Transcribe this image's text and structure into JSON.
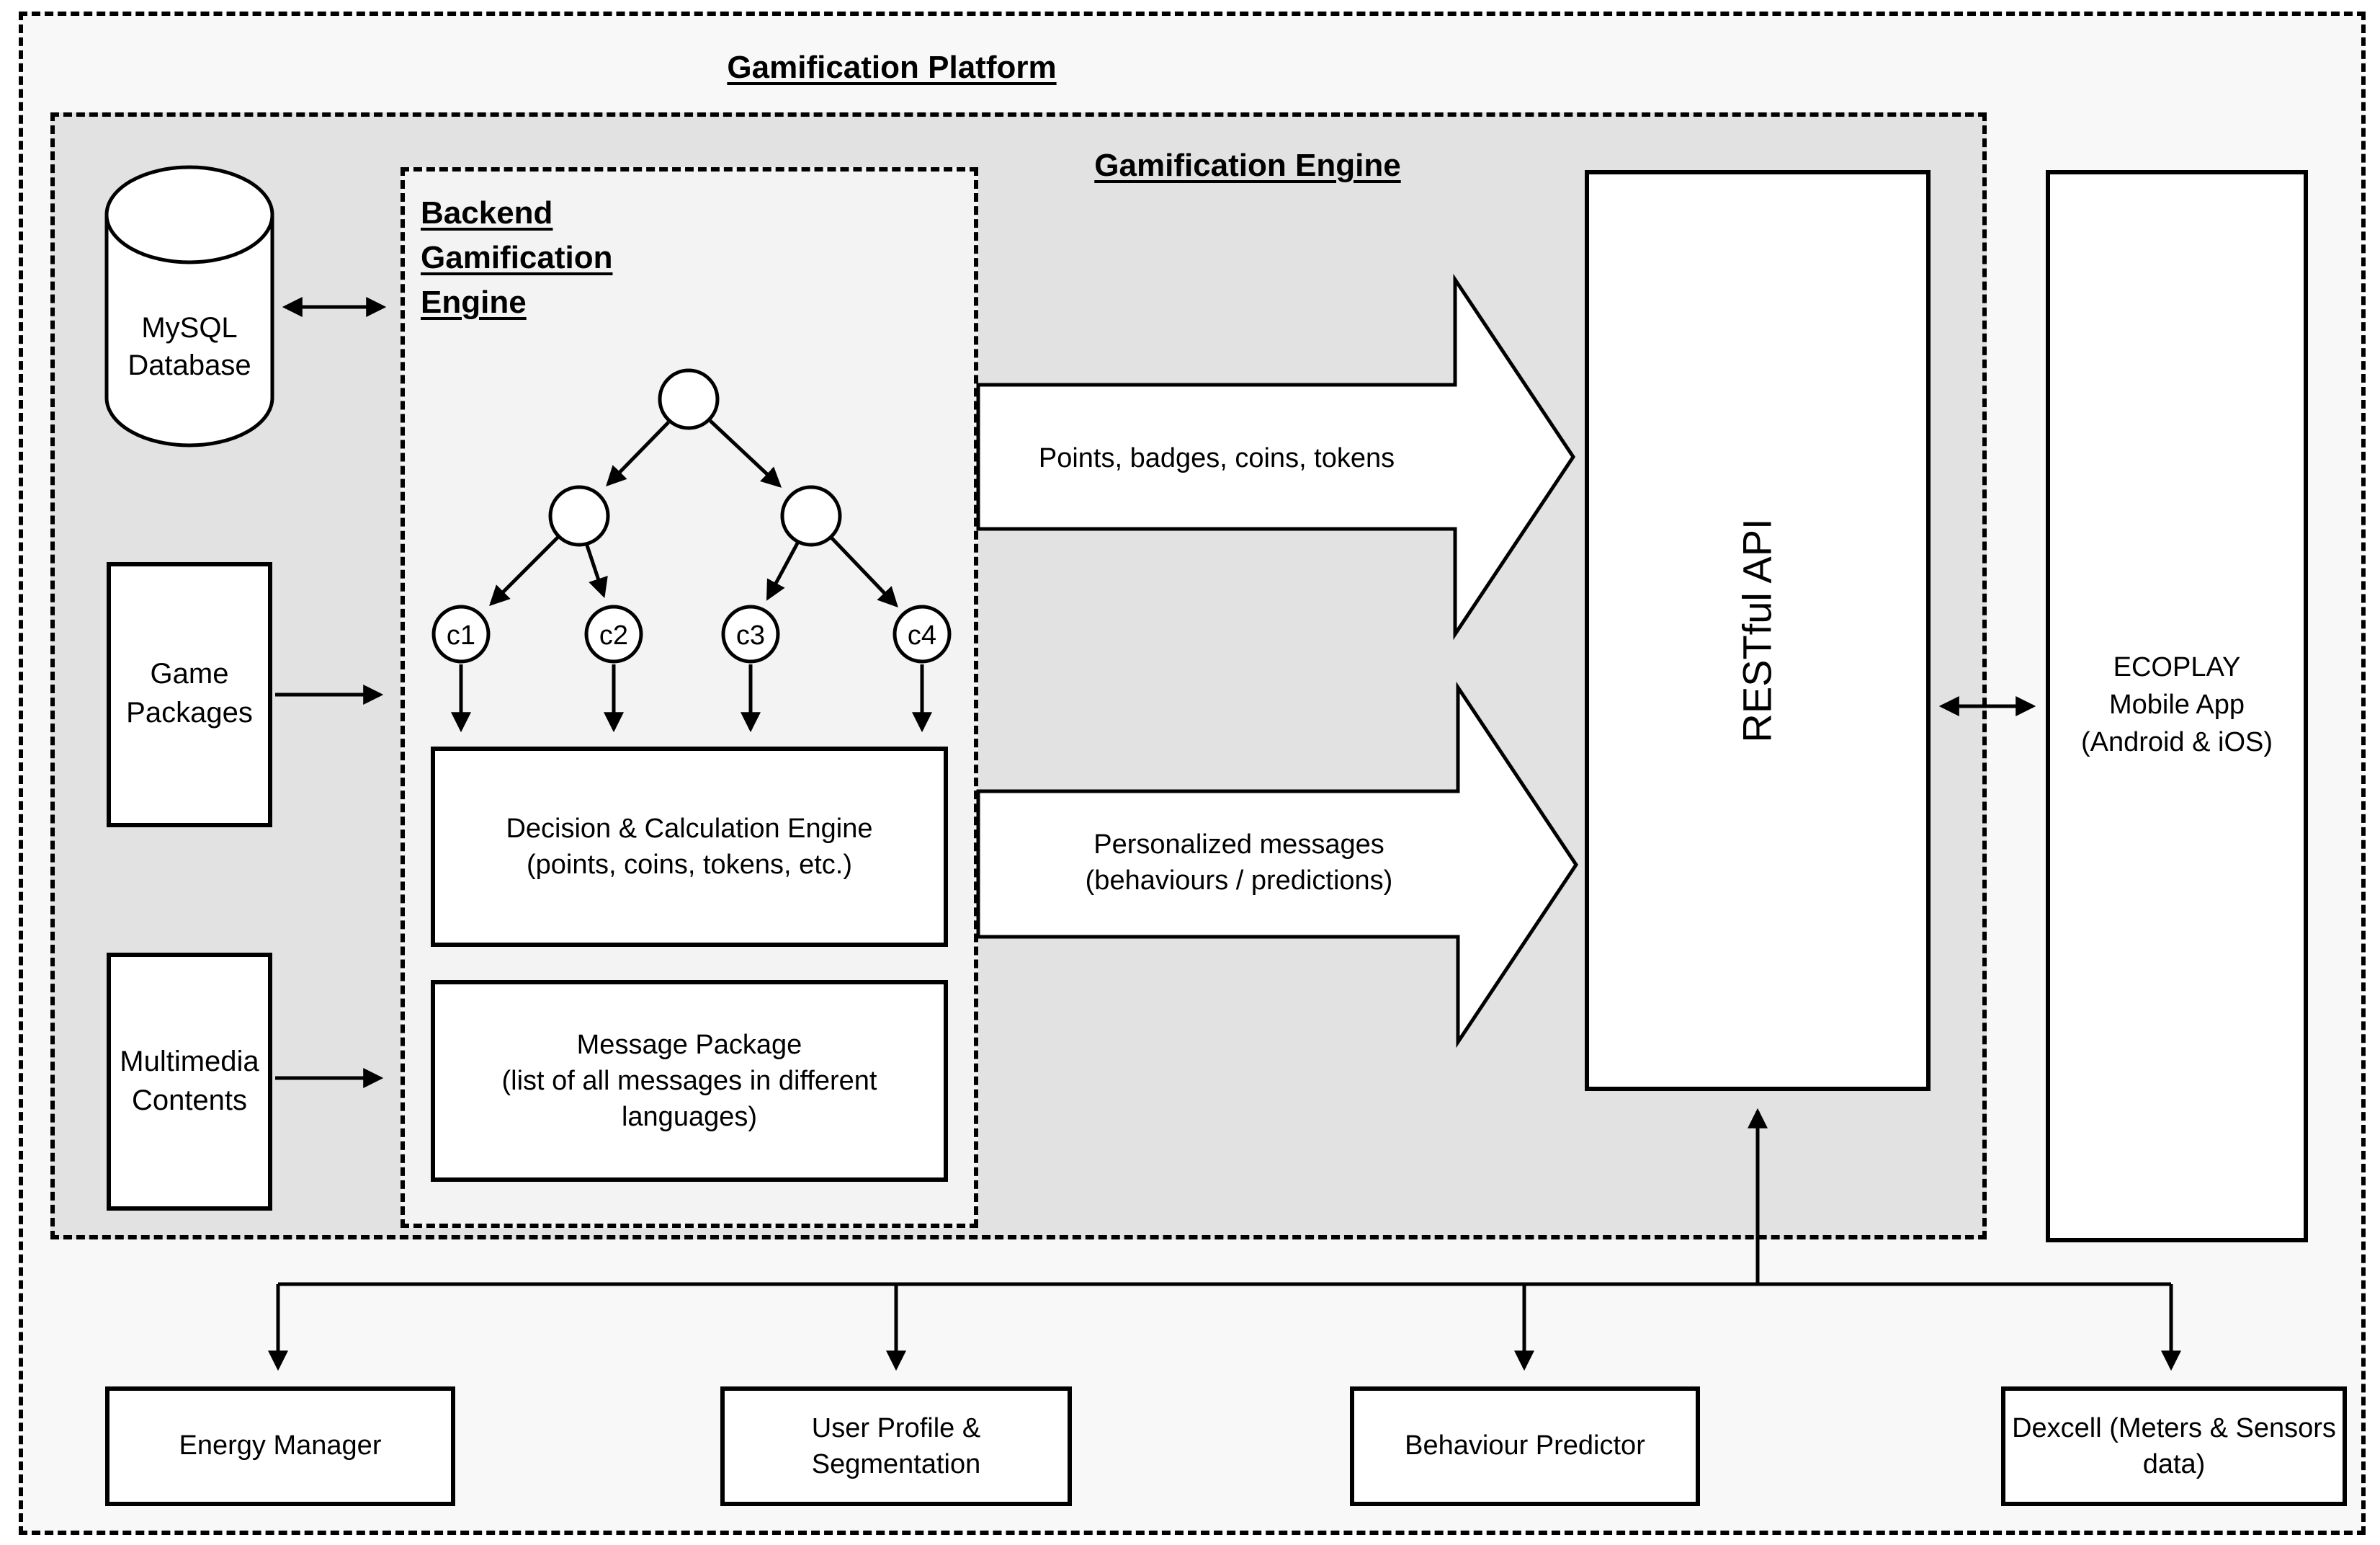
{
  "titles": {
    "platform": "Gamification Platform",
    "engine": "Gamification Engine",
    "backend": [
      "Backend",
      "Gamification",
      "Engine"
    ]
  },
  "nodes": {
    "mysql": [
      "MySQL",
      "Database"
    ],
    "game": [
      "Game",
      "Packages"
    ],
    "multimedia": [
      "Multimedia",
      "Contents"
    ],
    "decision": [
      "Decision & Calculation Engine",
      "(points, coins, tokens, etc.)"
    ],
    "message": [
      "Message Package",
      "(list of all messages in different",
      "languages)"
    ],
    "restful": "RESTful API",
    "ecoplay": [
      "ECOPLAY",
      "Mobile App",
      "(Android & iOS)"
    ],
    "energy": "Energy Manager",
    "user_profile": [
      "User Profile &",
      "Segmentation"
    ],
    "behaviour": "Behaviour Predictor",
    "dexcell": [
      "Dexcell (Meters & Sensors",
      "data)"
    ]
  },
  "tree": {
    "leaves": [
      "c1",
      "c2",
      "c3",
      "c4"
    ]
  },
  "flows": {
    "points": "Points, badges, coins, tokens",
    "personalized": [
      "Personalized messages",
      "(behaviours / predictions)"
    ]
  },
  "colors": {
    "outer_bg": "#f8f8f8",
    "engine_bg": "#e2e2e2",
    "backend_bg": "#f3f3f3",
    "box_bg": "#ffffff",
    "line": "#000000"
  }
}
